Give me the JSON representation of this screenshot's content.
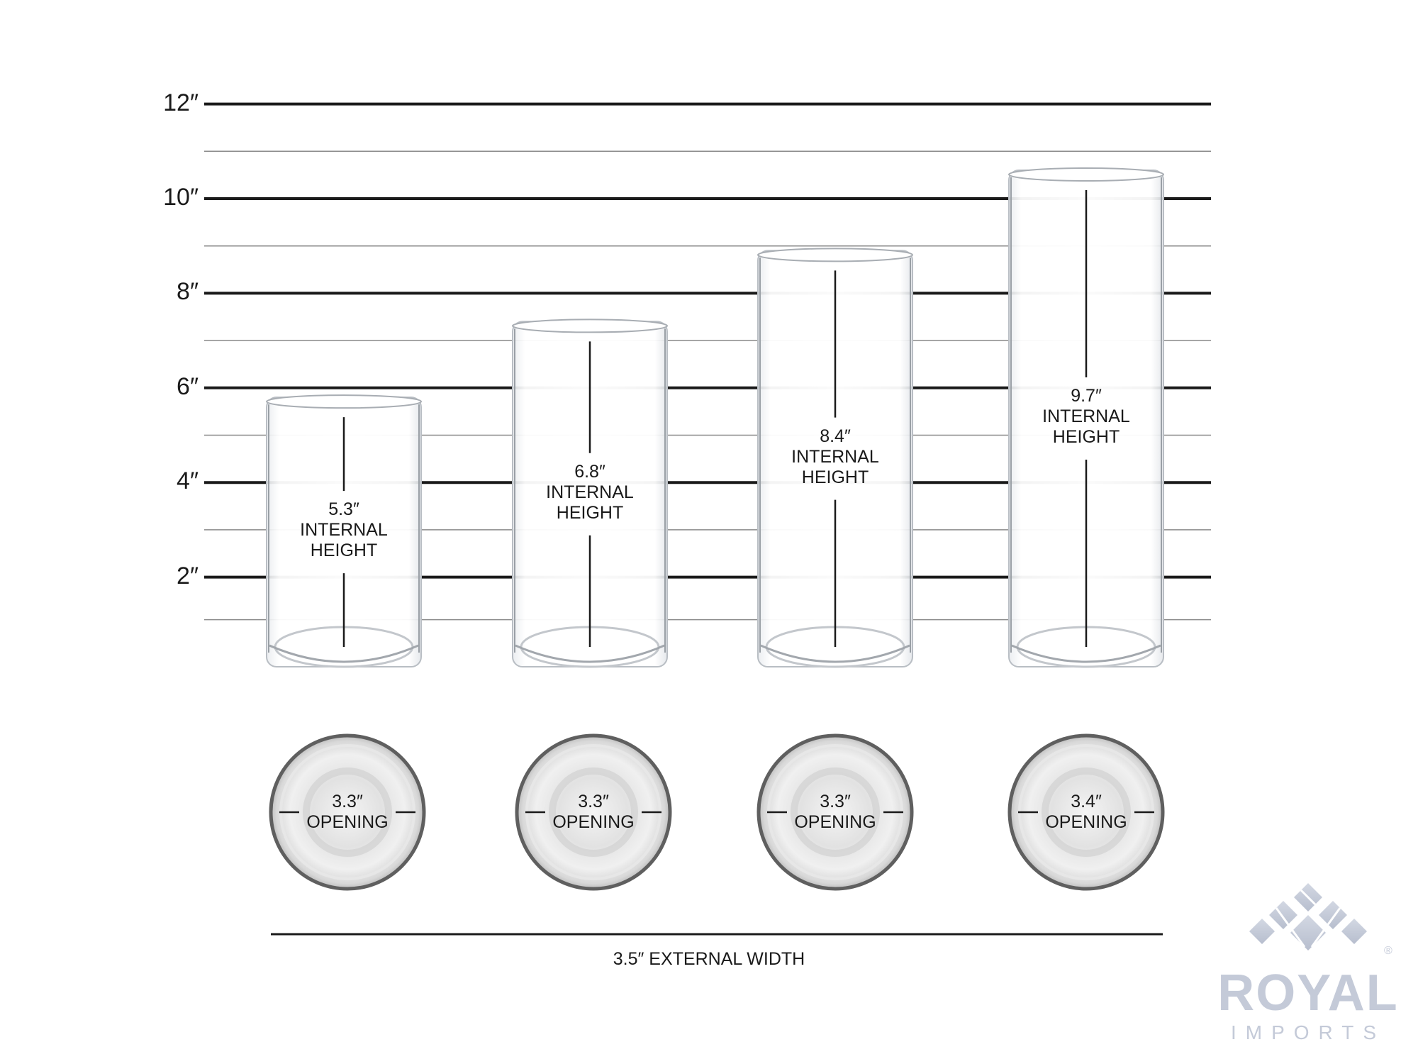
{
  "scale": {
    "unit_mark": "″",
    "max_inches": 12,
    "major_ticks": [
      {
        "value": 12,
        "label": "12″"
      },
      {
        "value": 10,
        "label": "10″"
      },
      {
        "value": 8,
        "label": "8″"
      },
      {
        "value": 6,
        "label": "6″"
      },
      {
        "value": 4,
        "label": "4″"
      },
      {
        "value": 2,
        "label": "2″"
      }
    ],
    "minor_ticks": [
      11,
      9,
      7,
      5,
      3,
      1.1
    ],
    "major_line_color": "#1a1a1a",
    "minor_line_color": "#8a8a8a"
  },
  "vases": [
    {
      "height_value": "5.3″",
      "height_caption": "INTERNAL",
      "height_caption2": "HEIGHT",
      "opening_value": "3.3″",
      "opening_caption": "OPENING",
      "vase_height_in": 5.8
    },
    {
      "height_value": "6.8″",
      "height_caption": "INTERNAL",
      "height_caption2": "HEIGHT",
      "opening_value": "3.3″",
      "opening_caption": "OPENING",
      "vase_height_in": 7.4
    },
    {
      "height_value": "8.4″",
      "height_caption": "INTERNAL",
      "height_caption2": "HEIGHT",
      "opening_value": "3.3″",
      "opening_caption": "OPENING",
      "vase_height_in": 8.9
    },
    {
      "height_value": "9.7″",
      "height_caption": "INTERNAL",
      "height_caption2": "HEIGHT",
      "opening_value": "3.4″",
      "opening_caption": "OPENING",
      "vase_height_in": 10.6
    }
  ],
  "external_width_label": "3.5″ EXTERNAL WIDTH",
  "brand": {
    "name": "ROYAL",
    "sub": "IMPORTS",
    "registered_mark": "®",
    "color": "#c4cad8"
  }
}
